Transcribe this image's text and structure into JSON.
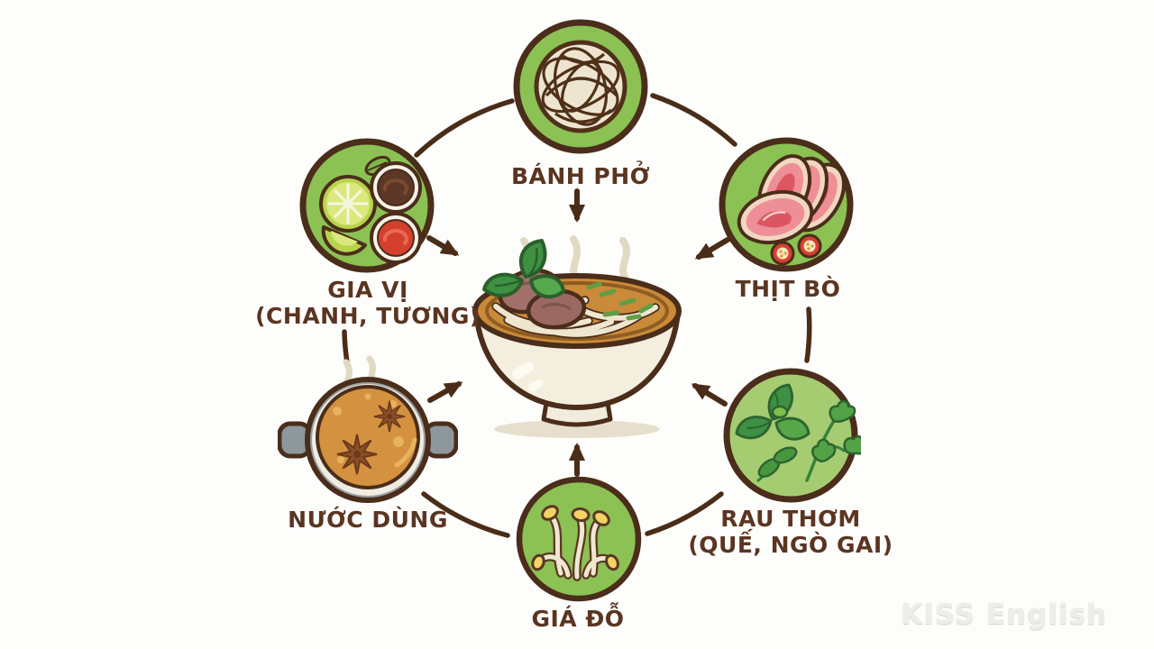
{
  "diagram": {
    "center": {
      "name": "pho-bowl"
    },
    "nodes": [
      {
        "id": "banh-pho",
        "label": "BÁNH PHỞ",
        "sublabel": "",
        "icon": "rice-noodles-icon"
      },
      {
        "id": "gia-vi",
        "label": "GIA VỊ",
        "sublabel": "(CHANH, TƯƠNG)",
        "icon": "condiments-lime-sauces-icon"
      },
      {
        "id": "thit-bo",
        "label": "THỊT BÒ",
        "sublabel": "",
        "icon": "raw-beef-slices-icon"
      },
      {
        "id": "nuoc-dung",
        "label": "NƯỚC DÙNG",
        "sublabel": "",
        "icon": "broth-pot-icon"
      },
      {
        "id": "rau-thom",
        "label": "RAU THƠM",
        "sublabel": "(QUẾ, NGÒ GAI)",
        "icon": "fresh-herbs-icon"
      },
      {
        "id": "gia-do",
        "label": "GIÁ ĐỖ",
        "sublabel": "",
        "icon": "bean-sprouts-icon"
      }
    ],
    "watermark": "KISS English",
    "colors": {
      "background": "#fdfdfb",
      "circle_green": "#8cc154",
      "herb_circle_green": "#a6cc72",
      "outline_brown": "#4a2d1a",
      "label_brown": "#5b3521",
      "arrow_brown": "#4a2d18",
      "broth_orange": "#c98a3a",
      "steam_beige": "#e2d9c3",
      "watermark_gray": "#eeedeb"
    }
  }
}
